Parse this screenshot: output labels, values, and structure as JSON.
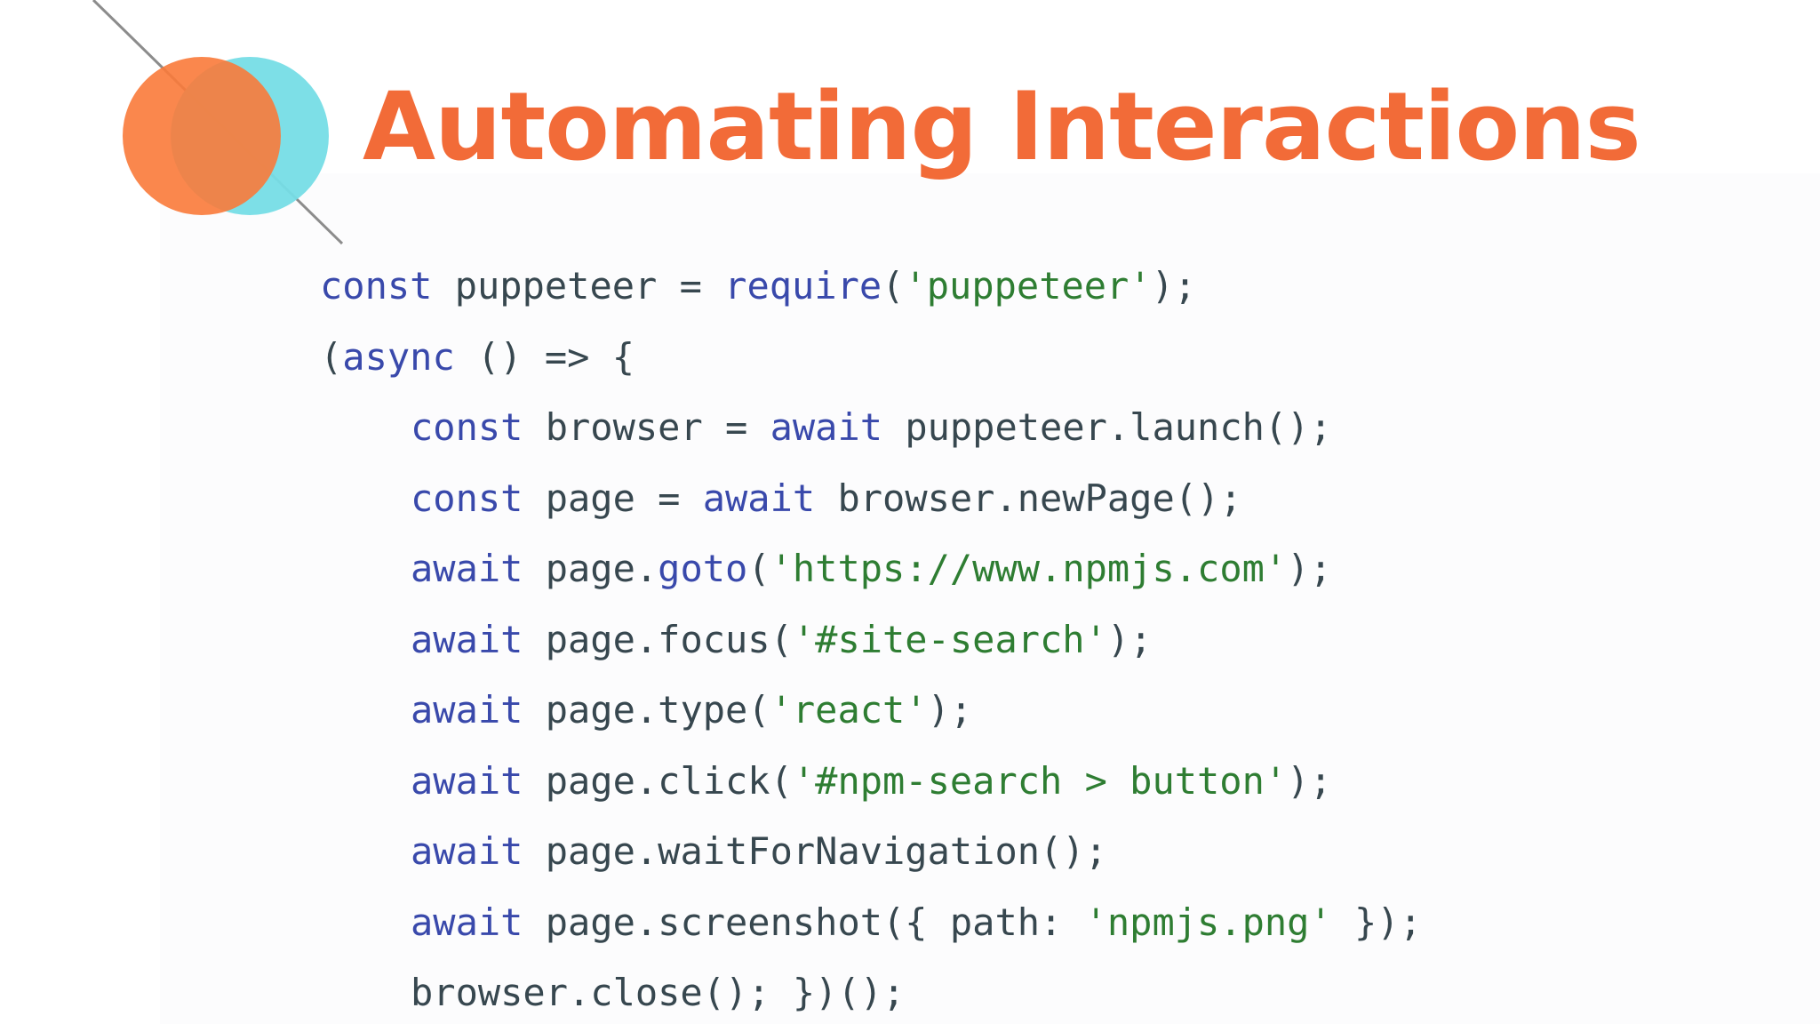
{
  "slide": {
    "title": "Automating Interactions",
    "colors": {
      "title": "#f26b38",
      "circle_orange": "#f97a3a",
      "circle_cyan": "#76dde6",
      "keyword": "#3949ab",
      "string": "#2e7d32",
      "plain": "#37474f"
    }
  },
  "code": {
    "lines": [
      {
        "indent": false,
        "tokens": [
          {
            "t": "const",
            "c": "kw"
          },
          {
            "t": " puppeteer = ",
            "c": "pl"
          },
          {
            "t": "require",
            "c": "kw"
          },
          {
            "t": "(",
            "c": "pl"
          },
          {
            "t": "'puppeteer'",
            "c": "str"
          },
          {
            "t": ");",
            "c": "pl"
          }
        ]
      },
      {
        "indent": false,
        "tokens": [
          {
            "t": "(",
            "c": "pl"
          },
          {
            "t": "async",
            "c": "kw"
          },
          {
            "t": " () => {",
            "c": "pl"
          }
        ]
      },
      {
        "indent": true,
        "tokens": [
          {
            "t": "const",
            "c": "kw"
          },
          {
            "t": " browser = ",
            "c": "pl"
          },
          {
            "t": "await",
            "c": "kw"
          },
          {
            "t": " puppeteer.launch();",
            "c": "pl"
          }
        ]
      },
      {
        "indent": true,
        "tokens": [
          {
            "t": "const",
            "c": "kw"
          },
          {
            "t": " page = ",
            "c": "pl"
          },
          {
            "t": "await",
            "c": "kw"
          },
          {
            "t": " browser.newPage();",
            "c": "pl"
          }
        ]
      },
      {
        "indent": true,
        "tokens": [
          {
            "t": "await",
            "c": "kw"
          },
          {
            "t": " page.",
            "c": "pl"
          },
          {
            "t": "goto",
            "c": "kw"
          },
          {
            "t": "(",
            "c": "pl"
          },
          {
            "t": "'https://www.npmjs.com'",
            "c": "str"
          },
          {
            "t": ");",
            "c": "pl"
          }
        ]
      },
      {
        "indent": true,
        "tokens": [
          {
            "t": "await",
            "c": "kw"
          },
          {
            "t": " page.focus(",
            "c": "pl"
          },
          {
            "t": "'#site-search'",
            "c": "str"
          },
          {
            "t": ");",
            "c": "pl"
          }
        ]
      },
      {
        "indent": true,
        "tokens": [
          {
            "t": "await",
            "c": "kw"
          },
          {
            "t": " page.type(",
            "c": "pl"
          },
          {
            "t": "'react'",
            "c": "str"
          },
          {
            "t": ");",
            "c": "pl"
          }
        ]
      },
      {
        "indent": true,
        "tokens": [
          {
            "t": "await",
            "c": "kw"
          },
          {
            "t": " page.click(",
            "c": "pl"
          },
          {
            "t": "'#npm-search > button'",
            "c": "str"
          },
          {
            "t": ");",
            "c": "pl"
          }
        ]
      },
      {
        "indent": true,
        "tokens": [
          {
            "t": "await",
            "c": "kw"
          },
          {
            "t": " page.waitForNavigation();",
            "c": "pl"
          }
        ]
      },
      {
        "indent": true,
        "tokens": [
          {
            "t": "await",
            "c": "kw"
          },
          {
            "t": " page.screenshot({ path: ",
            "c": "pl"
          },
          {
            "t": "'npmjs.png'",
            "c": "str"
          },
          {
            "t": " });",
            "c": "pl"
          }
        ]
      },
      {
        "indent": true,
        "tokens": [
          {
            "t": "browser.close(); })();",
            "c": "pl"
          }
        ]
      }
    ]
  }
}
